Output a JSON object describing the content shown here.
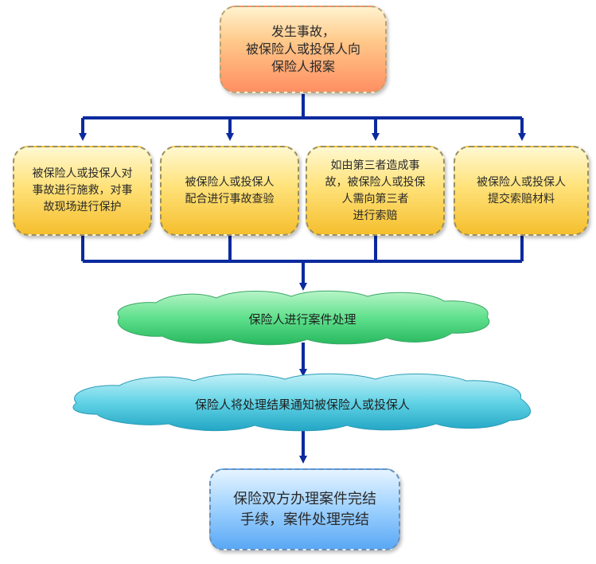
{
  "nodes": {
    "start": "发生事故，\n被保险人或投保人向\n保险人报案",
    "branch1": "被保险人或投保人对\n事故进行施救，对事\n故现场进行保护",
    "branch2": "被保险人或投保人\n配合进行事故查验",
    "branch3": "如由第三者造成事\n故，被保险人或投保\n人需向第三者\n进行索赔",
    "branch4": "被保险人或投保人\n提交索赔材料",
    "process": "保险人进行案件处理",
    "notify": "保险人将处理结果通知被保险人或投保人",
    "end": "保险双方办理案件完结\n手续，案件处理完结"
  },
  "colors": {
    "connector": "#0b2a9e",
    "cloud_green": "#3fd67a",
    "cloud_cyan": "#3cc0d9",
    "start_fill": "#ff9a66",
    "branch_fill": "#ffd64d",
    "end_fill": "#6fb4f7"
  }
}
